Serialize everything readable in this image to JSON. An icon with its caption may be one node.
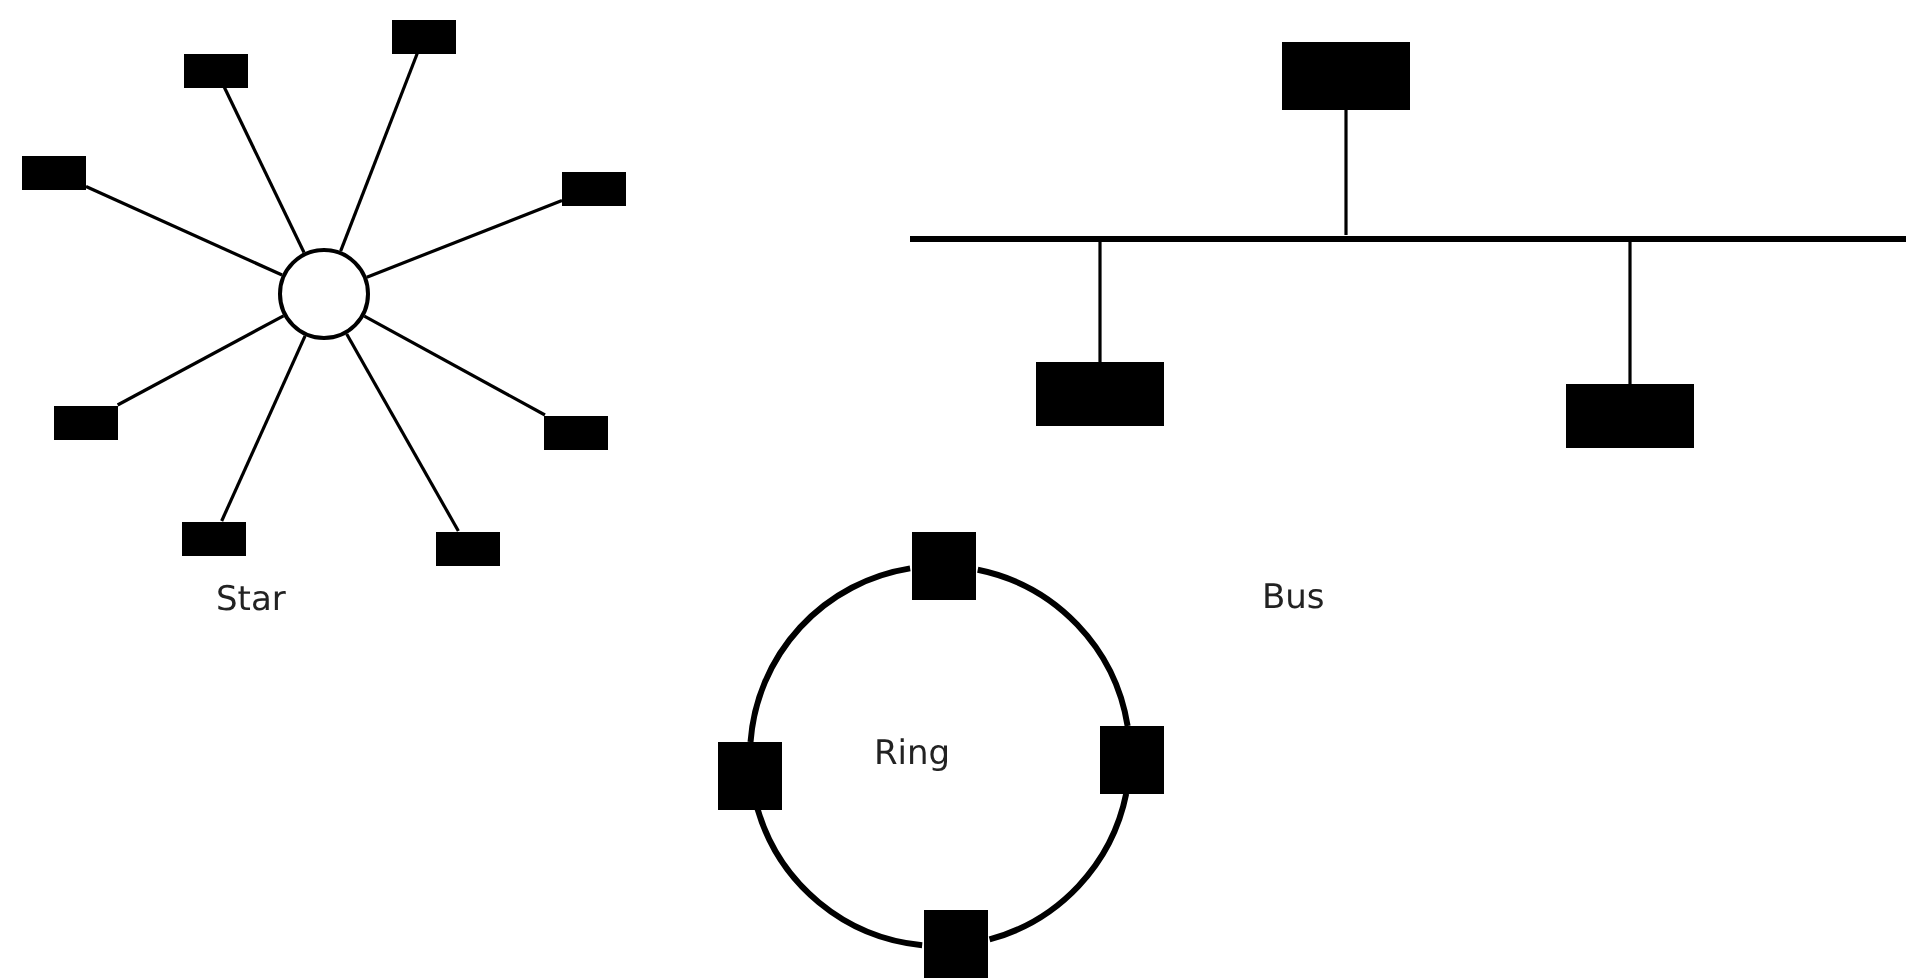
{
  "diagram": {
    "nodes": [
      {
        "text": [],
        "shape": "circle"
      },
      {
        "text": [],
        "shape": "box"
      },
      {
        "text": [],
        "shape": "box"
      },
      {
        "text": [],
        "shape": "box"
      },
      {
        "text": [],
        "shape": "box"
      },
      {
        "text": [],
        "shape": "box"
      },
      {
        "text": [],
        "shape": "box"
      },
      {
        "text": [],
        "shape": "box"
      },
      {
        "text": [],
        "shape": "box"
      },
      {
        "text": [],
        "shape": "box"
      },
      {
        "text": [],
        "shape": "bar"
      },
      {
        "text": [],
        "shape": "box"
      },
      {
        "text": [],
        "shape": "box"
      },
      {
        "text": [],
        "shape": "box"
      },
      {
        "text": [],
        "shape": "box"
      },
      {
        "text": [],
        "shape": "box"
      },
      {
        "text": [],
        "shape": "box"
      }
    ],
    "edges": [
      {
        "from": 0,
        "to": 1,
        "arrow": "none"
      },
      {
        "from": 0,
        "to": 2,
        "arrow": "none"
      },
      {
        "from": 0,
        "to": 3,
        "arrow": "none"
      },
      {
        "from": 0,
        "to": 4,
        "arrow": "none"
      },
      {
        "from": 0,
        "to": 5,
        "arrow": "none"
      },
      {
        "from": 0,
        "to": 6,
        "arrow": "none"
      },
      {
        "from": 0,
        "to": 7,
        "arrow": "none"
      },
      {
        "from": 0,
        "to": 8,
        "arrow": "none"
      },
      {
        "from": 9,
        "to": 10,
        "arrow": "none"
      },
      {
        "from": 11,
        "to": 10,
        "arrow": "none"
      },
      {
        "from": 12,
        "to": 10,
        "arrow": "none"
      },
      {
        "from": 13,
        "to": 15,
        "arrow": "none"
      },
      {
        "from": 15,
        "to": 16,
        "arrow": "none"
      },
      {
        "from": 16,
        "to": 14,
        "arrow": "none"
      },
      {
        "from": 14,
        "to": 13,
        "arrow": "none"
      }
    ],
    "labels": [
      "Star",
      "Bus",
      "Ring"
    ]
  }
}
